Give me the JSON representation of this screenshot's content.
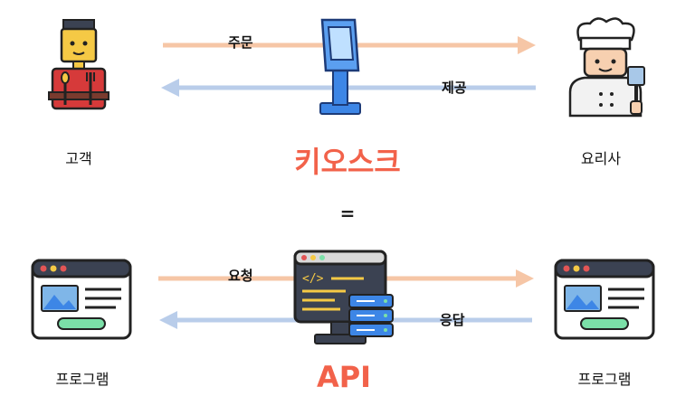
{
  "top": {
    "left_caption": "고객",
    "center_title": "키오스크",
    "right_caption": "요리사",
    "arrow_forward_label": "주문",
    "arrow_back_label": "제공"
  },
  "equals_sign": "=",
  "bottom": {
    "left_caption": "프로그램",
    "center_title": "API",
    "right_caption": "프로그램",
    "arrow_forward_label": "요청",
    "arrow_back_label": "응답"
  },
  "colors": {
    "forward_arrow": "#f6c6a6",
    "back_arrow": "#b9cdea",
    "title": "#f2624a",
    "kiosk_blue": "#3d86e6"
  },
  "icons": {
    "customer": "customer-icon",
    "kiosk": "kiosk-icon",
    "chef": "chef-icon",
    "program": "program-window-icon",
    "server": "server-monitor-icon"
  }
}
